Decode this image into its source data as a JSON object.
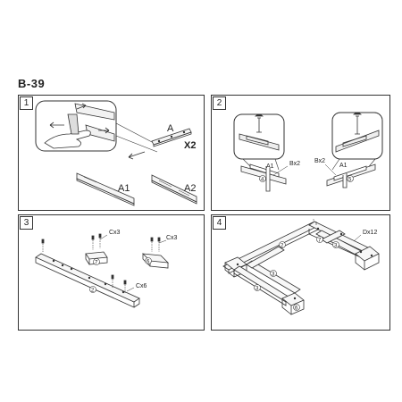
{
  "page_label": "B-39",
  "steps": [
    {
      "number": "1",
      "labels": {
        "part_a": "A",
        "qty": "X2",
        "a1": "A1",
        "a2": "A2"
      }
    },
    {
      "number": "2",
      "labels": {
        "a1_left": "A1",
        "bx2_left": "Bx2",
        "part_left": "4",
        "bx2_right": "Bx2",
        "a1_right": "A1",
        "part_right": "5"
      }
    },
    {
      "number": "3",
      "labels": {
        "cx3_left": "Cx3",
        "part_7": "7",
        "cx3_right": "Cx3",
        "part_6": "6",
        "cx6": "Cx6",
        "part_2": "2"
      }
    },
    {
      "number": "4",
      "labels": {
        "dx12": "Dx12",
        "part_2": "2",
        "part_3a": "3",
        "part_3b": "3",
        "part_3c": "3",
        "part_7": "7",
        "part_6": "6"
      }
    }
  ]
}
